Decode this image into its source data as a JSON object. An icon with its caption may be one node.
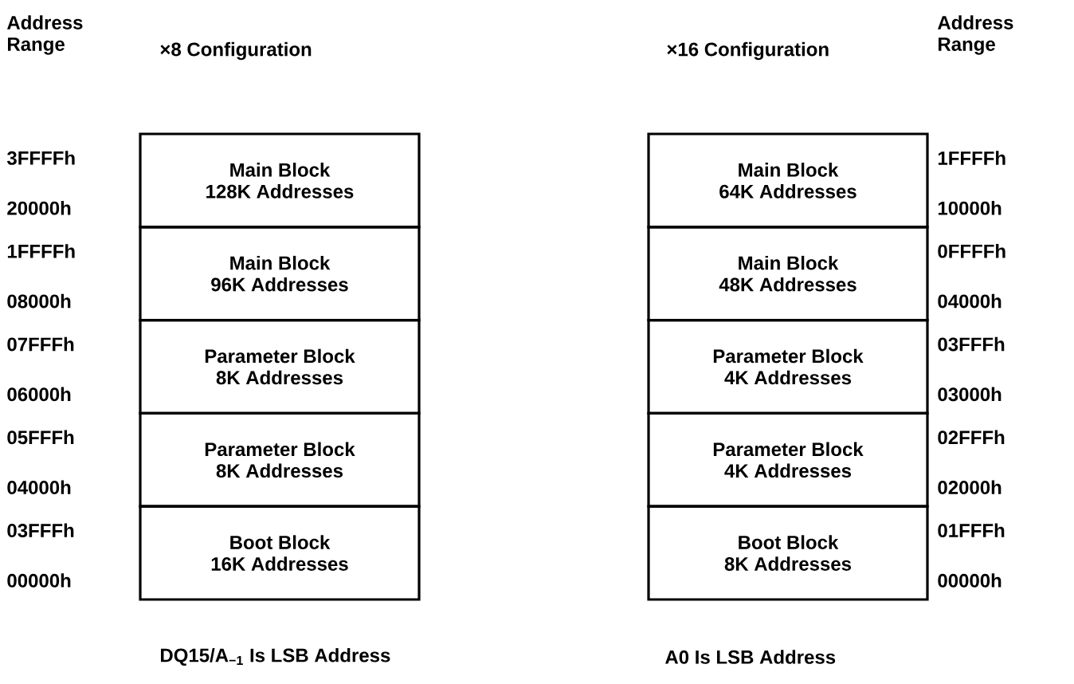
{
  "diagram": {
    "nodes": [
      {
        "text": [
          "Main Block",
          "128K Addresses"
        ]
      },
      {
        "text": [
          "Main Block",
          "96K Addresses"
        ]
      },
      {
        "text": [
          "Parameter Block",
          "8K Addresses"
        ]
      },
      {
        "text": [
          "Parameter Block",
          "8K Addresses"
        ]
      },
      {
        "text": [
          "Boot Block",
          "16K Addresses"
        ]
      },
      {
        "text": [
          "Main Block",
          "64K Addresses"
        ]
      },
      {
        "text": [
          "Main Block",
          "48K Addresses"
        ]
      },
      {
        "text": [
          "Parameter Block",
          "4K Addresses"
        ]
      },
      {
        "text": [
          "Parameter Block",
          "4K Addresses"
        ]
      },
      {
        "text": [
          "Boot Block",
          "8K Addresses"
        ]
      }
    ],
    "labels": [
      "Address Range",
      "×8 Configuration",
      "×16 Configuration",
      "Address Range",
      "3FFFFh",
      "20000h",
      "1FFFFh",
      "08000h",
      "07FFFh",
      "06000h",
      "05FFFh",
      "04000h",
      "03FFFh",
      "00000h",
      "1FFFFh",
      "10000h",
      "0FFFFh",
      "04000h",
      "03FFFh",
      "03000h",
      "02FFFh",
      "02000h",
      "01FFFh",
      "00000h",
      "DQ15/A$_{−1}$ Is LSB Address",
      "A0 Is LSB Address"
    ]
  }
}
